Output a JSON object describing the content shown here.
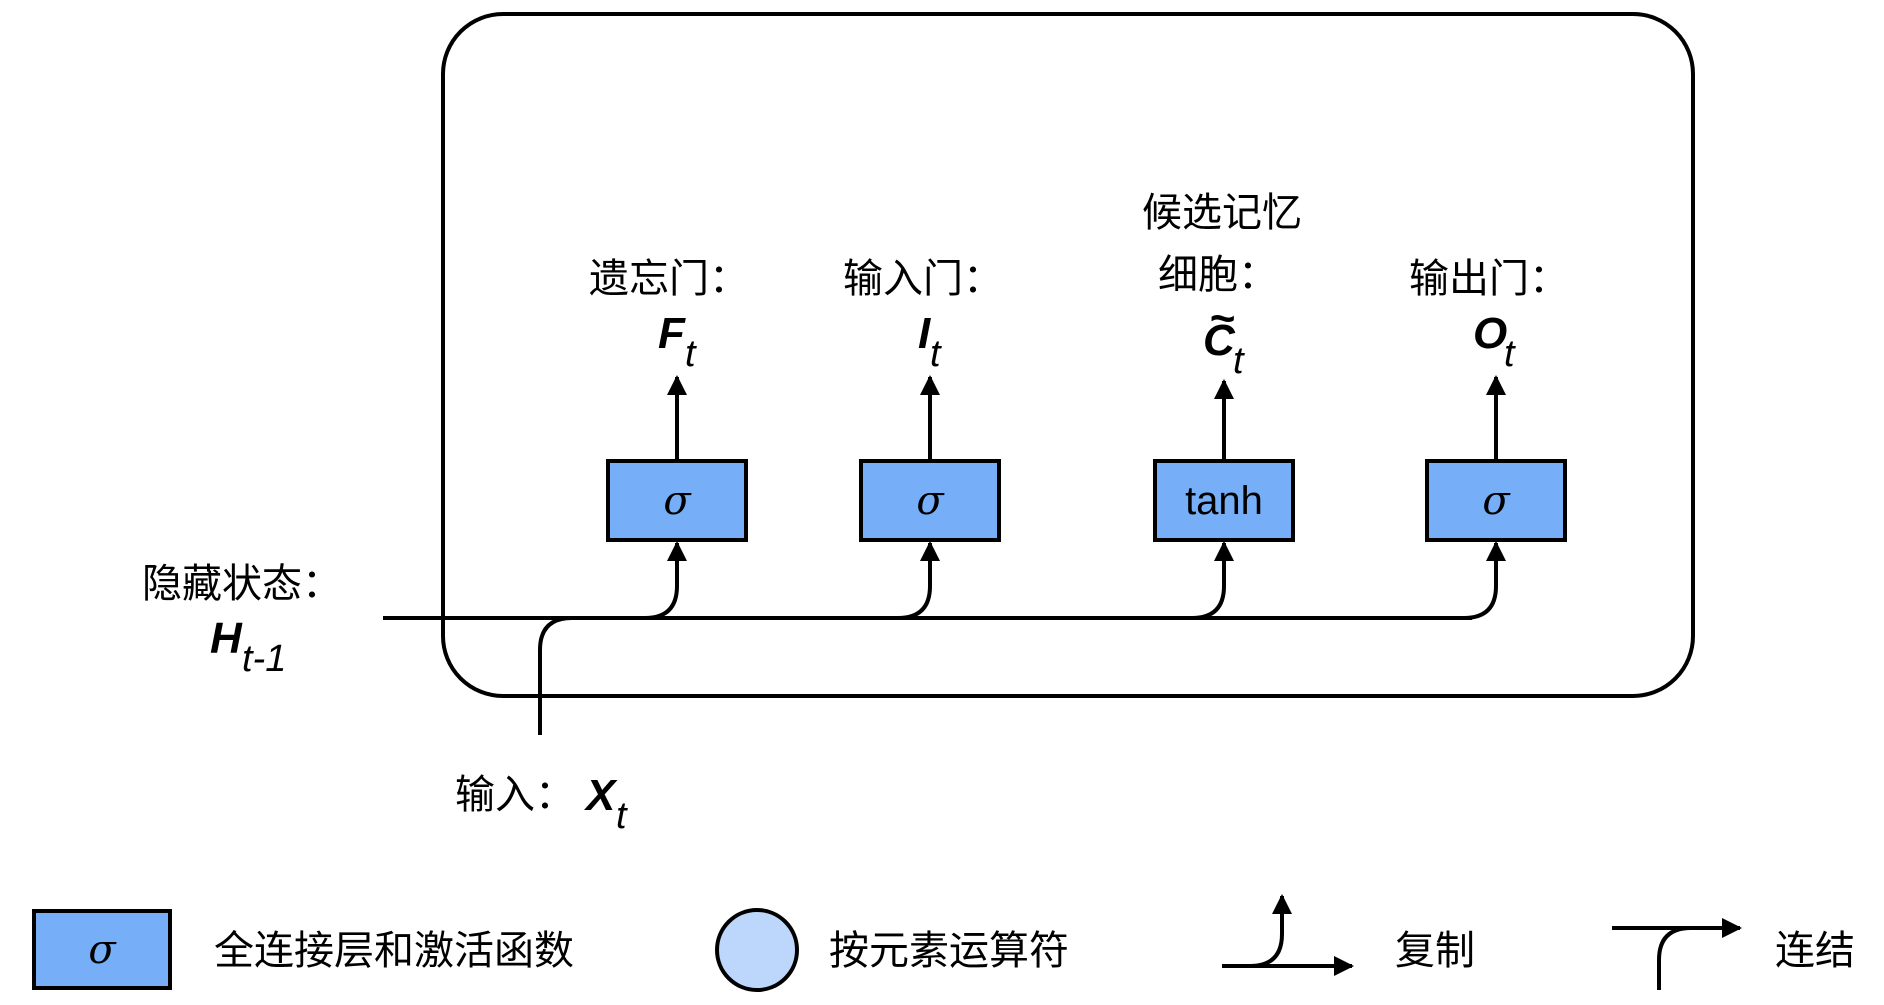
{
  "hidden_state": {
    "label": "隐藏状态：",
    "var": "H",
    "sub": "t-1"
  },
  "input": {
    "label": "输入：",
    "var": "X",
    "sub": "t"
  },
  "gates": [
    {
      "label": "遗忘门：",
      "var": "F",
      "sub": "t",
      "func": "σ"
    },
    {
      "label": "输入门：",
      "var": "I",
      "sub": "t",
      "func": "σ"
    },
    {
      "label_line1": "候选记忆",
      "label": "细胞：",
      "var": "C",
      "tilde": "~",
      "sub": "t",
      "func": "tanh"
    },
    {
      "label": "输出门：",
      "var": "O",
      "sub": "t",
      "func": "σ"
    }
  ],
  "legend": {
    "fc_symbol": "σ",
    "fc_label": "全连接层和激活函数",
    "elementwise_label": "按元素运算符",
    "copy_label": "复制",
    "concat_label": "连结"
  },
  "colors": {
    "gate_fill": "#76aef7",
    "elementwise_fill": "#bcd7fb",
    "stroke": "#000000"
  }
}
